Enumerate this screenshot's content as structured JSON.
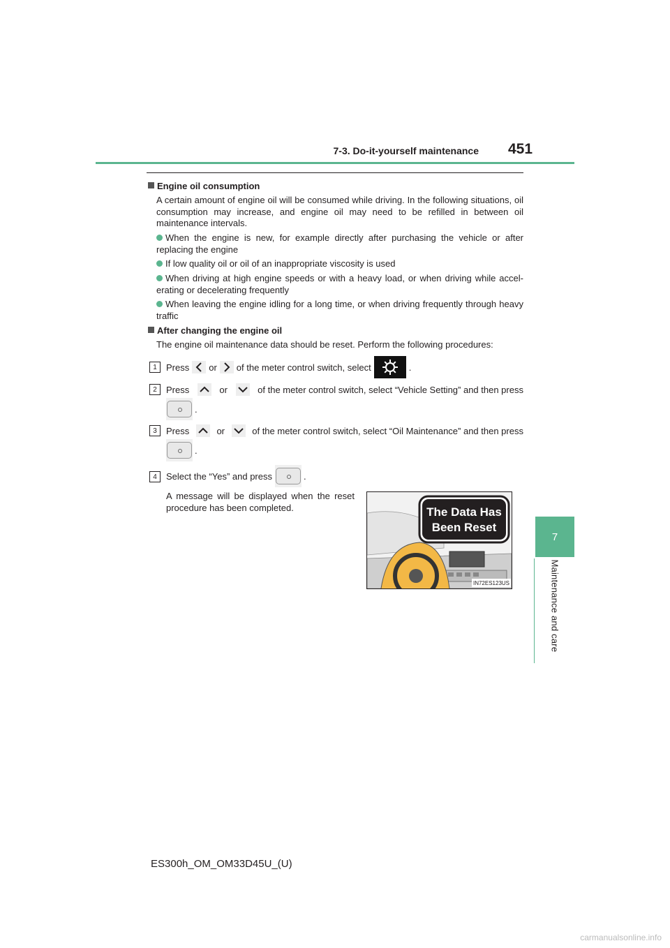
{
  "header": {
    "section": "7-3. Do-it-yourself maintenance",
    "page_number": "451"
  },
  "side_tab": {
    "number": "7",
    "label": "Maintenance and care"
  },
  "sec1": {
    "title": "Engine oil consumption",
    "intro": "A certain amount of engine oil will be consumed while driving. In the following situations, oil consumption may increase, and engine oil may need to be refilled in between oil maintenance intervals.",
    "bullets": [
      "When the engine is new, for example directly after purchasing the vehicle or after replacing the engine",
      "If low quality oil or oil of an inappropriate viscosity is used",
      "When driving at high engine speeds or with a heavy load, or when driving while accel- erating or decelerating frequently",
      "When leaving the engine idling for a long time, or when driving frequently through heavy traffic"
    ]
  },
  "sec2": {
    "title": "After changing the engine oil",
    "intro": "The engine oil maintenance data should be reset. Perform the following procedures:"
  },
  "steps": {
    "s1": {
      "num": "1",
      "a": "Press",
      "or": "or",
      "b": "of the meter control switch, select",
      "end": "."
    },
    "s2": {
      "num": "2",
      "a": "Press",
      "or": "or",
      "b": "of the meter control switch, select “Vehicle Setting” and then press",
      "end": "."
    },
    "s3": {
      "num": "3",
      "a": "Press",
      "or": "or",
      "b": "of the meter control switch, select “Oil Maintenance” and then press",
      "end": "."
    },
    "s4": {
      "num": "4",
      "a": "Select the “Yes” and press",
      "end": ".",
      "note": "A message will be displayed when the reset procedure has been completed."
    }
  },
  "illustration": {
    "bubble_line1": "The Data Has",
    "bubble_line2": "Been Reset",
    "code": "IN72ES123US"
  },
  "footer": {
    "model": "ES300h_OM_OM33D45U_(U)"
  },
  "watermark": "carmanualsonline.info",
  "colors": {
    "accent": "#5bb58f"
  }
}
